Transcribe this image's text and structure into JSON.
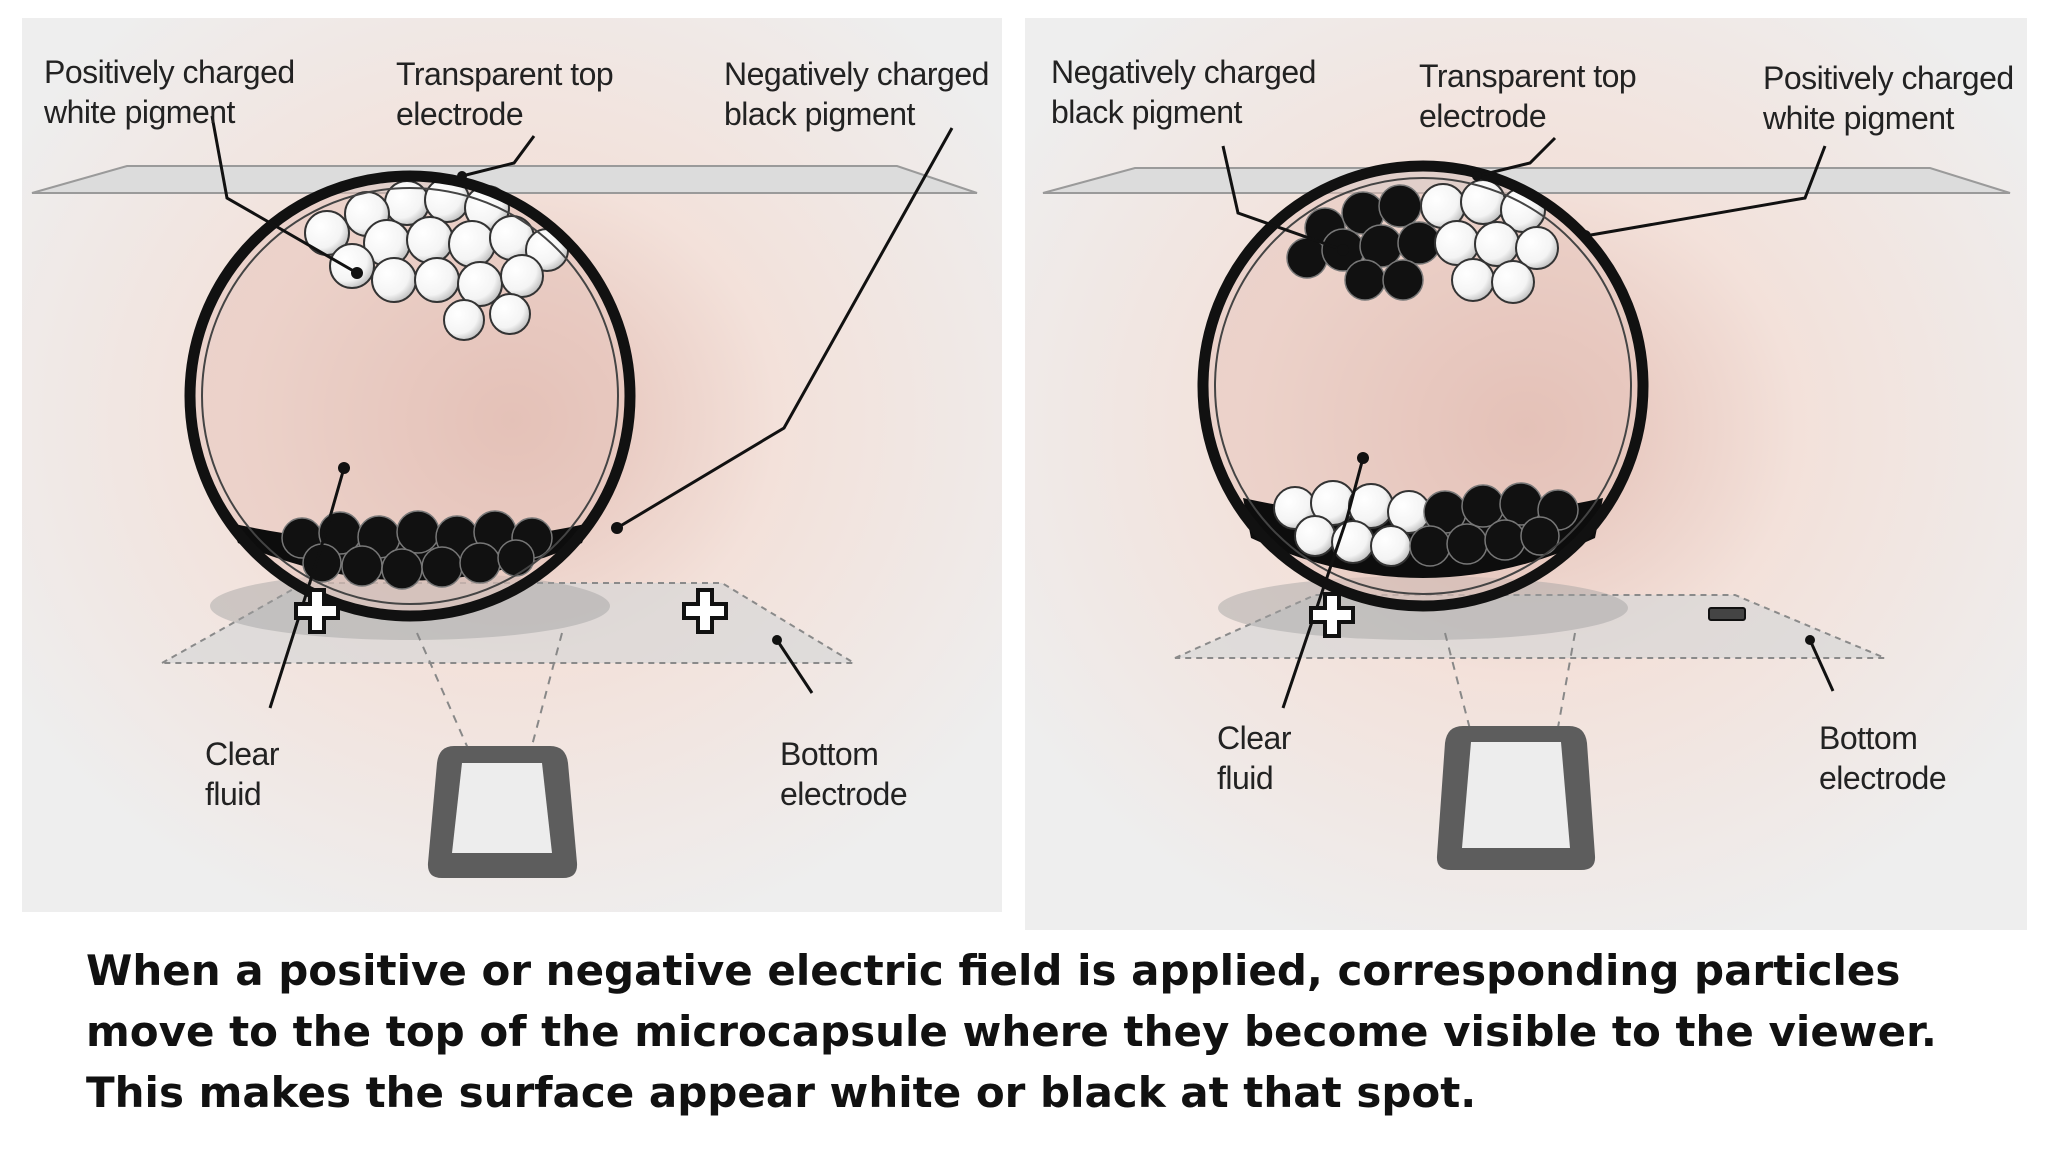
{
  "panels": [
    {
      "id": "panel-left",
      "labels": {
        "top_left": [
          "Positively charged",
          "white pigment"
        ],
        "top_center": [
          "Transparent top",
          "electrode"
        ],
        "top_right": [
          "Negatively charged",
          "black pigment"
        ],
        "bottom_left": [
          "Clear",
          "fluid"
        ],
        "bottom_right": [
          "Bottom",
          "electrode"
        ]
      },
      "bottom_signs": [
        "+",
        "+"
      ],
      "top_pigment": "white",
      "bottom_pigment": "black"
    },
    {
      "id": "panel-right",
      "labels": {
        "top_left": [
          "Negatively charged",
          "black pigment"
        ],
        "top_center": [
          "Transparent top",
          "electrode"
        ],
        "top_right": [
          "Positively charged",
          "white pigment"
        ],
        "bottom_left": [
          "Clear",
          "fluid"
        ],
        "bottom_right": [
          "Bottom",
          "electrode"
        ]
      },
      "bottom_signs": [
        "+",
        "−"
      ],
      "top_pigment": "black + white",
      "bottom_pigment": "white + black"
    }
  ],
  "caption": "When a positive or negative electric field is applied, corresponding particles move to the top of the microcapsule where they become visible to the viewer. This makes the surface appear white or black at that spot.",
  "colors": {
    "background": "#ffffff",
    "panel_bg": "#eeeeee",
    "glow": "#e8b8ac",
    "capsule_stroke": "#111111",
    "text": "#222222",
    "caption": "#111111"
  },
  "icons": [
    "plus-sign-icon",
    "minus-sign-icon",
    "eye-viewer-icon"
  ]
}
